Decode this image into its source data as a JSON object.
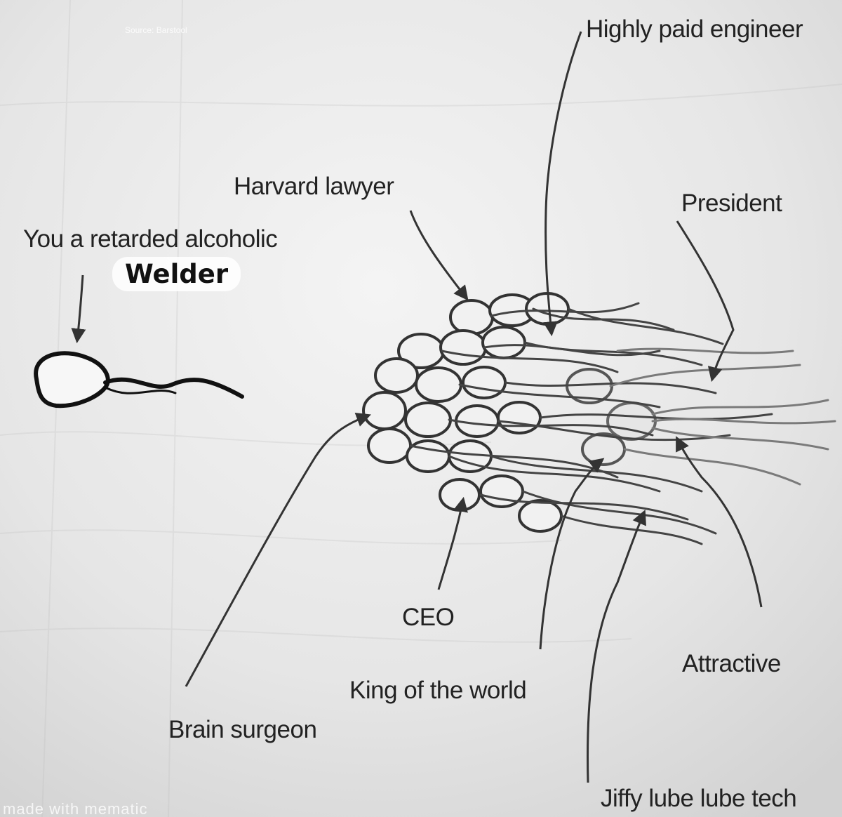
{
  "labels": {
    "welder_intro": "You a retarded alcoholic",
    "welder": "Welder",
    "harvard_lawyer": "Harvard lawyer",
    "highly_paid_engineer": "Highly paid engineer",
    "president": "President",
    "brain_surgeon": "Brain surgeon",
    "ceo": "CEO",
    "king_of_the_world": "King of the world",
    "attractive": "Attractive",
    "jiffy_lube": "Jiffy lube lube tech"
  },
  "watermarks": {
    "top": "Source: Barstool",
    "bottom": "made with mematic"
  }
}
